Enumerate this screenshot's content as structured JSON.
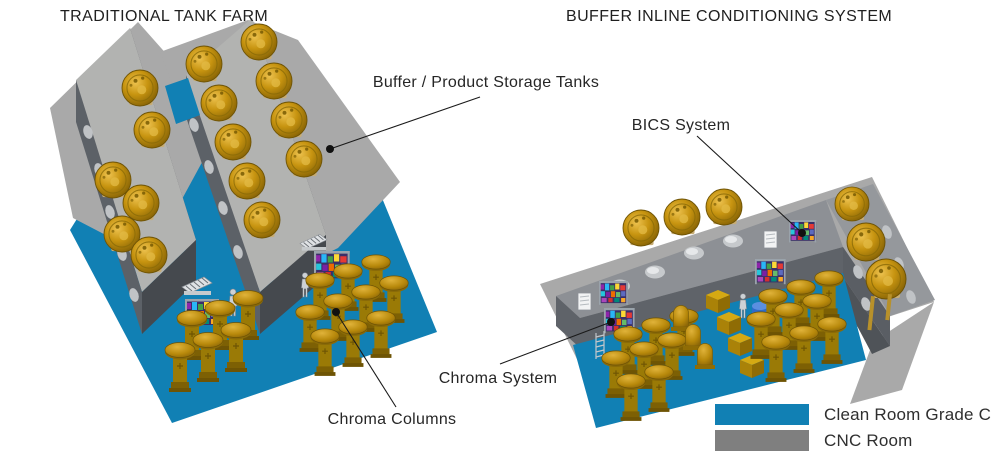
{
  "diagram": {
    "scenes": [
      {
        "id": "traditional",
        "title": "TRADITIONAL TANK FARM"
      },
      {
        "id": "bics",
        "title": "BUFFER INLINE CONDITIONING SYSTEM"
      }
    ],
    "annotations": [
      {
        "id": "storage-tanks",
        "text": "Buffer / Product Storage Tanks"
      },
      {
        "id": "bics-system",
        "text": "BICS System"
      },
      {
        "id": "chroma-system",
        "text": "Chroma System"
      },
      {
        "id": "chroma-columns",
        "text": "Chroma Columns"
      }
    ],
    "legend": [
      {
        "label": "Clean Room Grade C",
        "color": "#1180b4"
      },
      {
        "label": "CNC Room",
        "color": "#7f7f7f"
      }
    ],
    "colors": {
      "clean_room_blue": "#1180b4",
      "cnc_room_gray": "#7f7f7f",
      "tank_gold": "#c79410",
      "wall_dark": "#5c6167",
      "slab_light": "#a9a9a9",
      "background": "#ffffff"
    }
  }
}
